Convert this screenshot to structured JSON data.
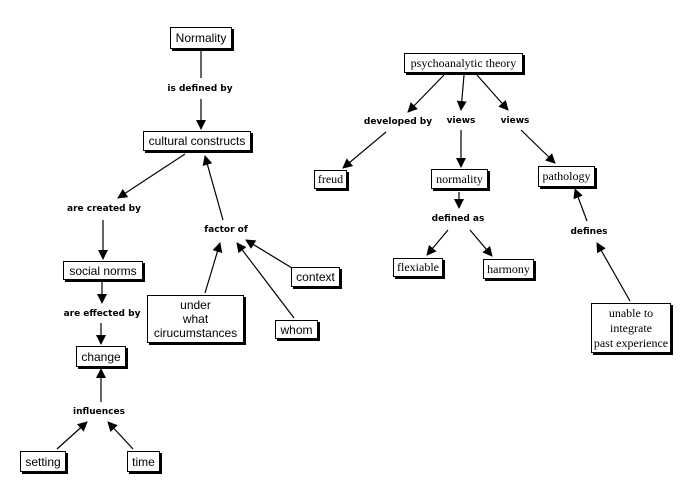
{
  "concepts": {
    "normality": "Normality",
    "cultural_constructs": "cultural constructs",
    "social_norms": "social norms",
    "change": "change",
    "setting": "setting",
    "time": "time",
    "under_what": "under\nwhat\ncirucumstances",
    "whom": "whom",
    "context": "context",
    "psychoanalytic_theory": "psychoanalytic theory",
    "freud": "freud",
    "normality_pt": "normality",
    "pathology": "pathology",
    "flexiable": "flexiable",
    "harmony": "harmony",
    "unable": "unable to\nintegrate\npast experience"
  },
  "links": {
    "is_defined_by": "is defined by",
    "are_created_by": "are created by",
    "are_effected_by": "are effected by",
    "influences": "influences",
    "factor_of": "factor of",
    "developed_by": "developed by",
    "views_1": "views",
    "views_2": "views",
    "defined_as": "defined as",
    "defines": "defines"
  }
}
